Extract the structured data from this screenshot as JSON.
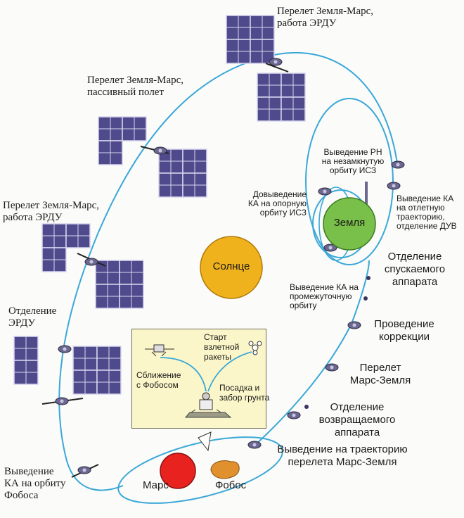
{
  "bodies": {
    "sun": "Солнце",
    "earth": "Земля",
    "mars": "Марс",
    "phobos": "Фобос"
  },
  "labels": {
    "flight_erdu_top": [
      "Перелет Земля-Марс,",
      "работа ЭРДУ"
    ],
    "flight_passive": [
      "Перелет Земля-Марс,",
      "пассивный полет"
    ],
    "flight_erdu_left": [
      "Перелет Земля-Марс,",
      "работа ЭРДУ"
    ],
    "erdu_separation": [
      "Отделение",
      "ЭРДУ"
    ],
    "phobos_orbit_insertion": [
      "Выведение",
      "КА на орбиту",
      "Фобоса"
    ],
    "rn_insertion": [
      "Выведение РН",
      "на незамкнутую",
      "орбиту ИСЗ"
    ],
    "ref_orbit_insertion": [
      "Довыведение",
      "КА на опорную",
      "орбиту ИСЗ"
    ],
    "departure_insertion": [
      "Выведение КА",
      "на отлетную",
      "траекторию,",
      "отделение ДУВ"
    ],
    "intermediate_orbit": [
      "Выведение КА на",
      "промежуточную",
      "орбиту"
    ],
    "lander_separation": [
      "Отделение",
      "спускаемого",
      "аппарата"
    ],
    "correction": [
      "Проведение",
      "коррекции"
    ],
    "flight_mars_earth": [
      "Перелет",
      "Марс-Земля"
    ],
    "return_separation": [
      "Отделение",
      "возвращаемого",
      "аппарата"
    ],
    "return_trajectory": [
      "Выведение на траекторию",
      "перелета Марс-Земля"
    ]
  },
  "inset": {
    "rocket_start": [
      "Старт",
      "взлетной",
      "ракеты"
    ],
    "approach": [
      "Сближение",
      "с Фобосом"
    ],
    "landing": [
      "Посадка и",
      "забор грунта"
    ]
  },
  "colors": {
    "trajectory": "#3aa8d8",
    "sun": "#f0b21c",
    "earth": "#79c04a",
    "mars": "#e8231f",
    "phobos": "#e0902c",
    "panel": "#4f4a8c",
    "inset_bg": "#fbf6c9"
  }
}
